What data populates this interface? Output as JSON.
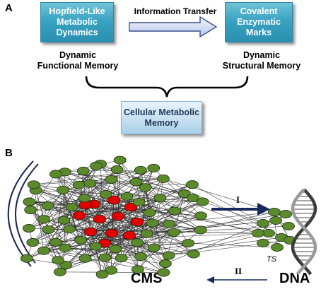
{
  "panel_a": {
    "letter": "A",
    "left_box": "Hopfield-Like Metabolic Dynamics",
    "right_box": "Covalent Enzymatic Marks",
    "arrow_label": "Information Transfer",
    "left_caption_1": "Dynamic",
    "left_caption_2": "Functional Memory",
    "right_caption_1": "Dynamic",
    "right_caption_2": "Structural Memory",
    "bottom_box": "Cellular Metabolic Memory"
  },
  "panel_b": {
    "letter": "B",
    "arrow_top": "I",
    "arrow_bottom": "II",
    "left_label": "CMS",
    "right_label": "DNA",
    "small_label": "TS"
  },
  "colors": {
    "node_green": "#5a8a2c",
    "node_red": "#e00000",
    "arrow_dark": "#1a2a5c"
  }
}
